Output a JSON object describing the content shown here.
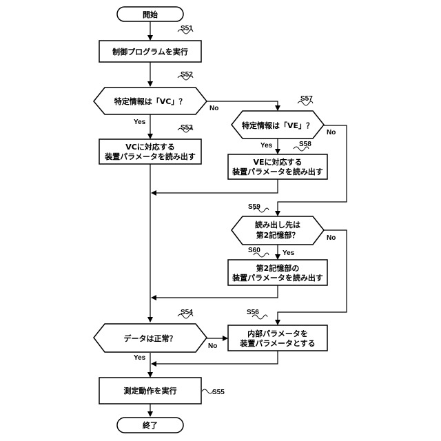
{
  "start": "開始",
  "end": "終了",
  "steps": {
    "s51": {
      "id": "S51",
      "text": "制御プログラムを実行"
    },
    "s52": {
      "id": "S52",
      "text": "特定情報は「VC」？"
    },
    "s53": {
      "id": "S53",
      "line1": "VCに対応する",
      "line2": "装置パラメータを読み出す"
    },
    "s57": {
      "id": "S57",
      "text": "特定情報は「VE」？"
    },
    "s58": {
      "id": "S58",
      "line1": "VEに対応する",
      "line2": "装置パラメータを読み出す"
    },
    "s59": {
      "id": "S59",
      "line1": "読み出し先は",
      "line2": "第2記憶部？"
    },
    "s60": {
      "id": "S60",
      "line1": "第2記憶部の",
      "line2": "装置パラメータを読み出す"
    },
    "s54": {
      "id": "S54",
      "text": "データは正常？"
    },
    "s56": {
      "id": "S56",
      "line1": "内部パラメータを",
      "line2": "装置パラメータとする"
    },
    "s55": {
      "id": "S55",
      "text": "測定動作を実行"
    }
  },
  "labels": {
    "yes": "Yes",
    "no": "No"
  }
}
